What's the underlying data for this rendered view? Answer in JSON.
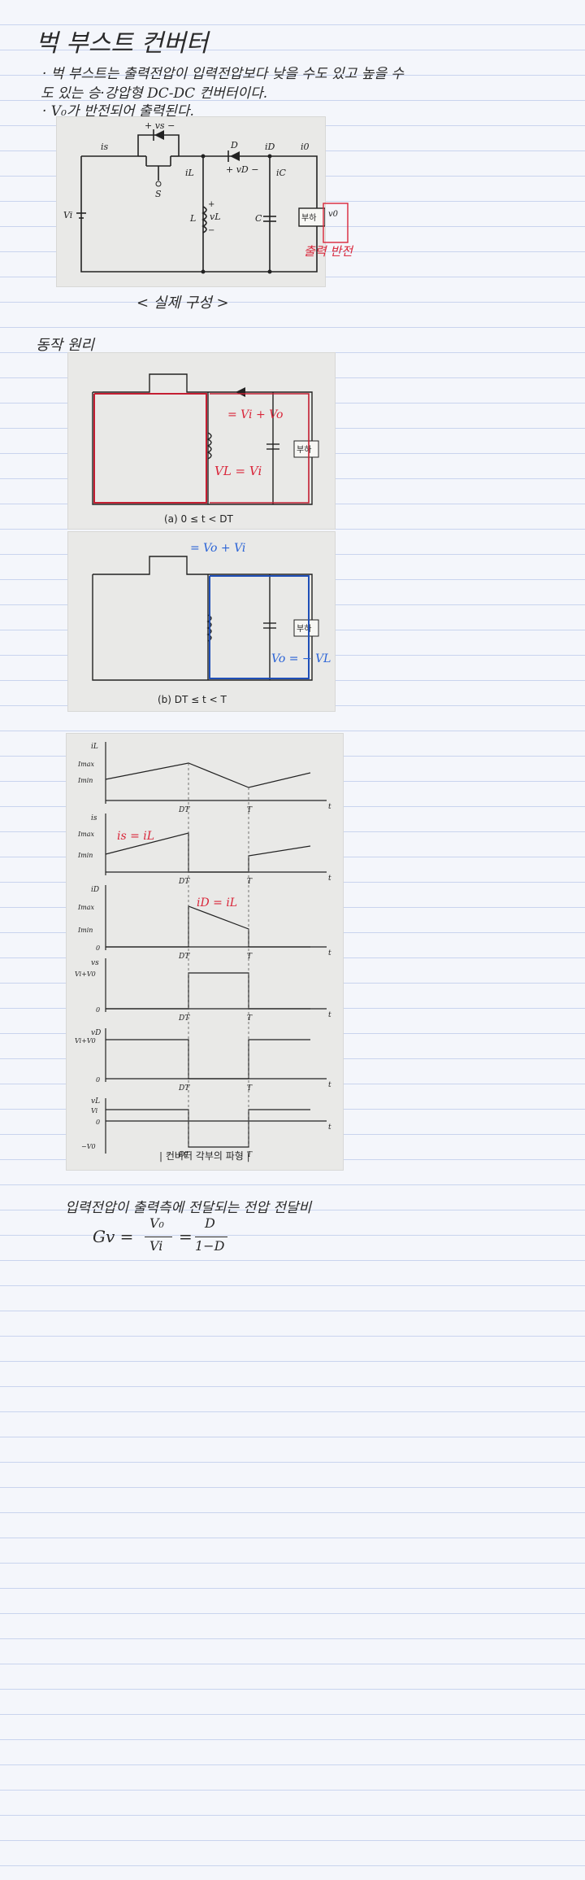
{
  "heading": "벅 부스트 컨버터",
  "intro": {
    "line1": "· 벅 부스트는 출력전압이 입력전압보다 낮을 수도 있고 높을 수",
    "line2": "도 있는 승·강압형 DC-DC 컨버터이다.",
    "line3": "· V₀가 반전되어 출력된다."
  },
  "figure1": {
    "caption": "< 실제 구성 >",
    "annotation": "출력 반전",
    "labels": {
      "vs": "+ vs −",
      "is": "is",
      "S": "S",
      "D": "D",
      "iD": "iD",
      "i0": "i0",
      "iL": "iL",
      "vD": "+ vD −",
      "iC": "iC",
      "Vi": "Vi",
      "L": "L",
      "vL": "vL",
      "C": "C",
      "load": "부하",
      "v0": "v0",
      "plus": "+",
      "minus": "−"
    }
  },
  "section2_title": "동작 원리",
  "figure2a": {
    "caption": "(a) 0 ≤ t < DT",
    "annotation_vd": "= Vi + Vo",
    "annotation_vl": "VL = Vi"
  },
  "figure2b": {
    "caption": "(b) DT ≤ t < T",
    "annotation_vs": "= Vo + Vi",
    "annotation_vo": "Vo = − VL"
  },
  "waveforms": {
    "caption": "| 컨버터 각부의 파형 |",
    "annot_is": "is = iL",
    "annot_iD": "iD = iL",
    "axes": {
      "iL": "iL",
      "is": "is",
      "iD": "iD",
      "vs": "vs",
      "vD": "vD",
      "vL": "vL",
      "imax": "Imax",
      "imin": "Imin",
      "zero": "0",
      "ViV0": "Vi+V0",
      "Vi": "Vi",
      "negV0": "−V0",
      "t": "t",
      "DT": "DT",
      "T": "T"
    }
  },
  "formula": {
    "title": "입력전압이 출력측에 전달되는 전압 전달비",
    "lhs": "Gv =",
    "num1": "V₀",
    "den1": "Vi",
    "eq": "=",
    "num2": "D",
    "den2": "1−D"
  }
}
